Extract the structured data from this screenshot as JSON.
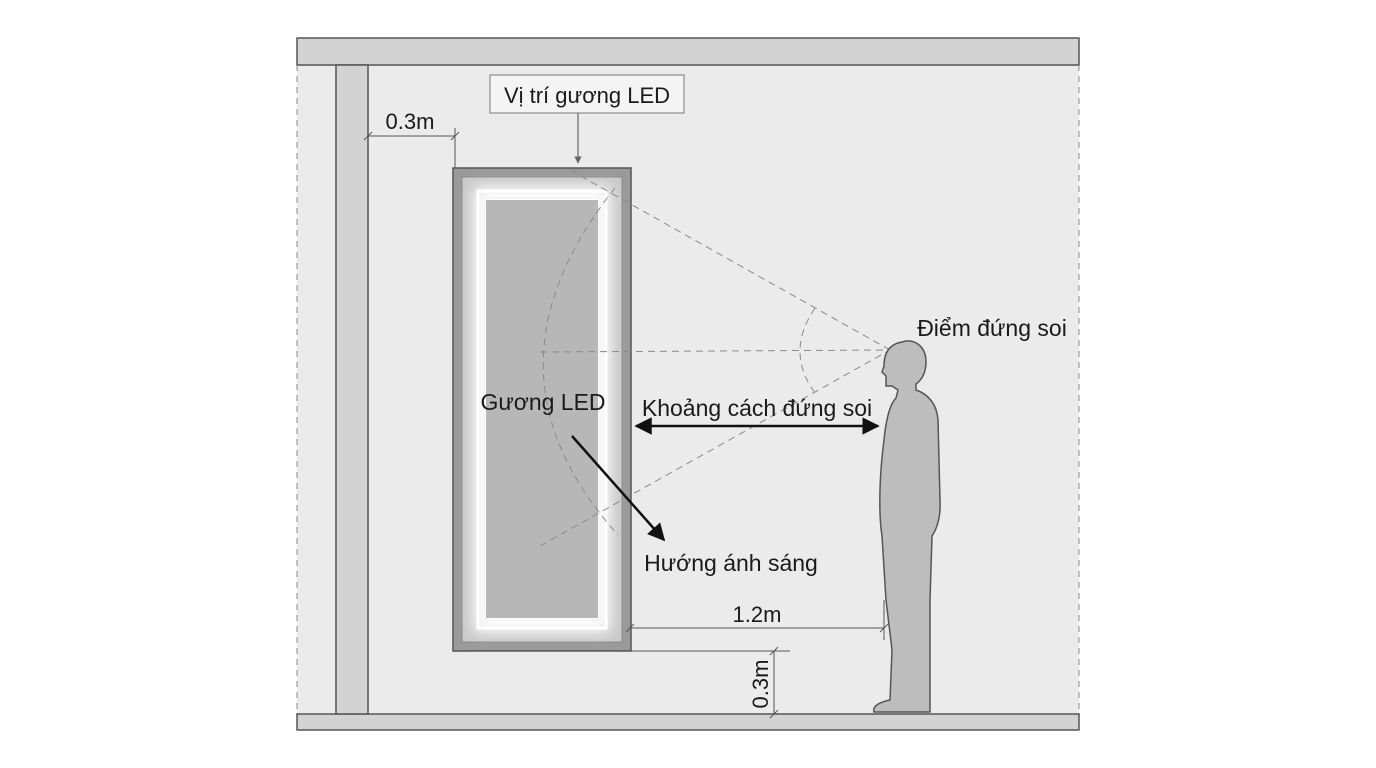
{
  "labels": {
    "mirror_position": "Vị trí gương LED",
    "side_gap": "0.3m",
    "standing_point": "Điểm đứng soi",
    "mirror": "Gương LED",
    "viewing_distance": "Khoảng cách đứng soi",
    "light_direction": "Hướng ánh sáng",
    "distance_value": "1.2m",
    "bottom_gap": "0.3m"
  },
  "colors": {
    "wall": "#d3d3d3",
    "room": "#ebebeb",
    "frame": "#7a7a7a",
    "mirror_glass": "#b7b7b7",
    "glow": "#ffffff",
    "figure": "#bdbdbd",
    "figure_outline": "#555555",
    "lines": "#333333",
    "dashed": "#8a8a8a"
  }
}
